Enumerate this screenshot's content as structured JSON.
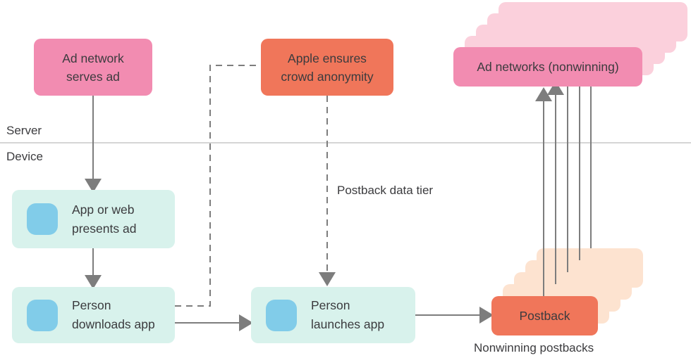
{
  "nodes": {
    "ad_network_serves_ad": "Ad network\nserves ad",
    "apple_ensures_crowd_anonymity": "Apple ensures\ncrowd anonymity",
    "ad_networks_nonwinning": "Ad networks (nonwinning)",
    "app_or_web_presents_ad": "App or web\npresents ad",
    "person_downloads_app": "Person\ndownloads app",
    "person_launches_app": "Person\nlaunches app",
    "postback": "Postback"
  },
  "labels": {
    "server": "Server",
    "device": "Device",
    "postback_data_tier": "Postback data tier",
    "nonwinning_postbacks": "Nonwinning postbacks"
  },
  "colors": {
    "pink": "#F28CB1",
    "pink_light": "#FBD0DC",
    "orange": "#F0765A",
    "peach": "#FDE3D0",
    "teal": "#D8F2EC",
    "blue": "#81CCE9",
    "text": "#3B3B3E",
    "line": "#7D7D7D",
    "divider": "#D5D5D5",
    "background": "#FFFFFF"
  }
}
